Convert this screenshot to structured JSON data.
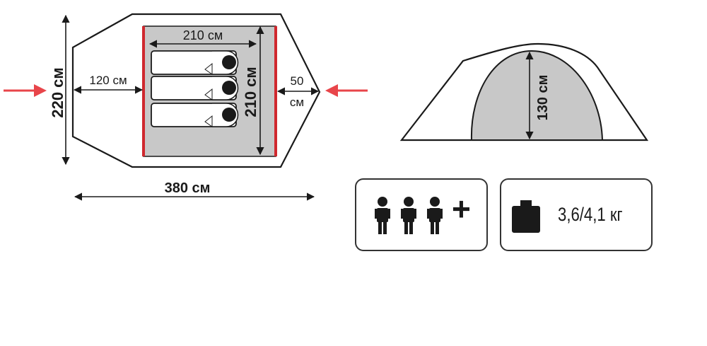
{
  "floor_plan": {
    "inner_width": "210 см",
    "inner_length": "210 см",
    "vestibule_front": "120 см",
    "vestibule_rear_value": "50",
    "vestibule_rear_unit": "см",
    "total_width": "220 см",
    "total_length": "380 см",
    "sleeping_bags": 3
  },
  "side_view": {
    "height": "130 см"
  },
  "capacity": {
    "persons": 3,
    "extra_symbol": "+"
  },
  "weight": {
    "value": "3,6/4,1 кг"
  },
  "colors": {
    "floor_fill": "#c8c8c8",
    "outline": "#1a1a1a",
    "wall_red": "#d0282e",
    "arrow_red": "#e8454a"
  },
  "icons": {
    "person": "person-icon",
    "weight": "weight-icon",
    "arrow": "entrance-arrow-icon"
  }
}
